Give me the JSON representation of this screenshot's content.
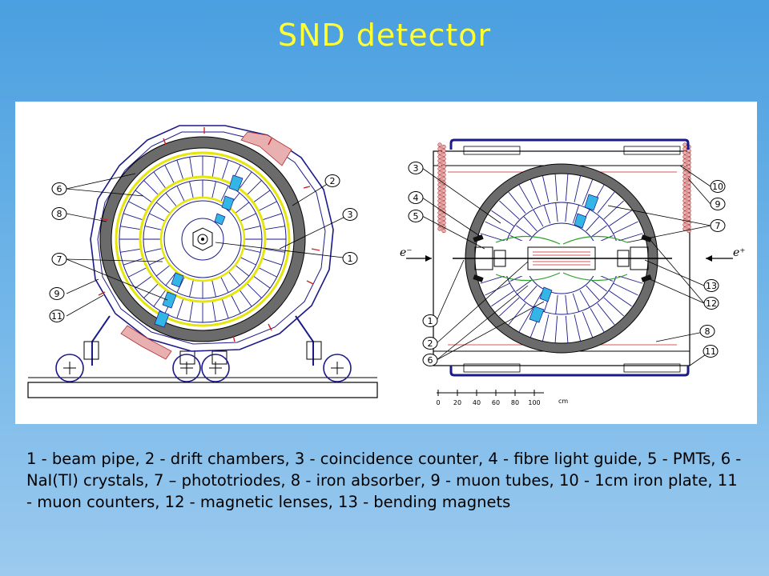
{
  "title": "SND detector",
  "figure": {
    "left_view": {
      "labels": [
        "6",
        "8",
        "7",
        "9",
        "11",
        "2",
        "3",
        "1"
      ]
    },
    "right_view": {
      "labels": [
        "3",
        "4",
        "5",
        "1",
        "2",
        "6",
        "10",
        "9",
        "7",
        "13",
        "12",
        "8",
        "11"
      ],
      "beam_left": "e⁻",
      "beam_right": "e⁺",
      "scale_ticks": [
        "0",
        "20",
        "40",
        "60",
        "80",
        "100"
      ],
      "scale_unit": "cm"
    },
    "colors": {
      "outline": "#1a1a8a",
      "crystal_fill": "#33b5e5",
      "ring_yellow": "#e6e60a",
      "muon_tubes": "#b03030"
    }
  },
  "caption": "1 - beam pipe, 2 - drift chambers, 3 - coincidence counter, 4 - fibre light guide, 5 - PMTs, 6 - NaI(Tl) crystals, 7 – phototriodes, 8 - iron absorber, 9 - muon tubes, 10 - 1cm iron plate, 11 - muon counters, 12 - magnetic lenses, 13 - bending magnets"
}
